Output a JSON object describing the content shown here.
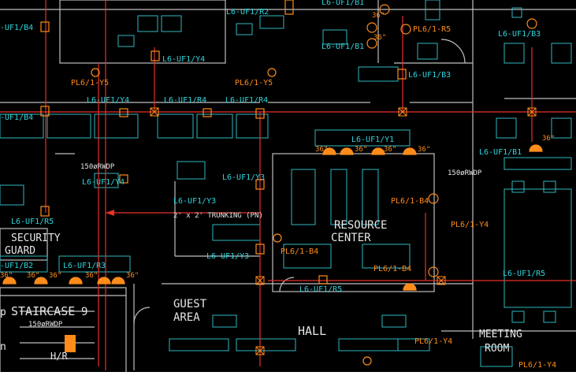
{
  "drawing": {
    "rooms": {
      "resource_center": [
        "RESOURCE",
        "CENTER"
      ],
      "security_guard": [
        "SECURITY",
        "GUARD"
      ],
      "guest_area": [
        "GUEST",
        "AREA"
      ],
      "hall": "HALL",
      "meeting_room": [
        "MEETING",
        "ROOM"
      ],
      "staircase": "STAIRCASE",
      "staircase_number": "9",
      "hr": "H/R",
      "lift_fragment": "n",
      "p_fragment": "p"
    },
    "pipes": {
      "rwdp_1": "150øRWDP",
      "rwdp_2": "150øRWDP",
      "rwdp_3": "150øRWDP"
    },
    "trunking": "2' x 2' TRUNKING (PN)",
    "cyan_labels": {
      "uf1_b4_top": "-UF1/B4",
      "uf1_r2": "L6-UF1/R2",
      "uf1_b1_top": "L6-UF1/B1",
      "uf1_b1": "L6-UF1/B1",
      "uf1_b3_top": "L6-UF1/B3",
      "uf1_y4_top": "L6-UF1/Y4",
      "uf1_b3_mid": "L6-UF1/B3",
      "uf1_b4_mid": "-UF1/B4",
      "uf1_y4_mid": "L6-UF1/Y4",
      "uf1_r4_a": "L6-UF1/R4",
      "uf1_r4_b": "L6-UF1/R4",
      "uf1_y1": "L6-UF1/Y1",
      "uf1_b1_right": "L6-UF1/B1",
      "uf1_y4_low": "L6-UF1/Y4",
      "uf1_y3_a": "L6-UF1/Y3",
      "uf1_y3_b": "L6-UF1/Y3",
      "uf1_r5_left": "L6-UF1/R5",
      "uf1_y3_c": "L6-UF1/Y3",
      "uf1_b2": "-UF1/B2",
      "uf1_r3": "L6-UF1/R3",
      "uf1_r5_center": "L6-UF1/R5",
      "uf1_r5_right": "L6-UF1/R5"
    },
    "orange_labels": {
      "pl6_y5_left": "PL6/1-Y5",
      "pl6_y5_right": "PL6/1-Y5",
      "pl6_r5": "PL6/1-R5",
      "pl6_b4_center": "PL6/1-B4",
      "pl6_b4_right": "PL6/1-B4",
      "pl6_b4_low": "PL6/1-B4",
      "pl6_y4_right": "PL6/1-Y4",
      "pl6_y4_bottom": "PL6/1-Y4",
      "pl6_y4_corner": "PL6/1-Y4"
    },
    "fixture_size": "36\""
  }
}
